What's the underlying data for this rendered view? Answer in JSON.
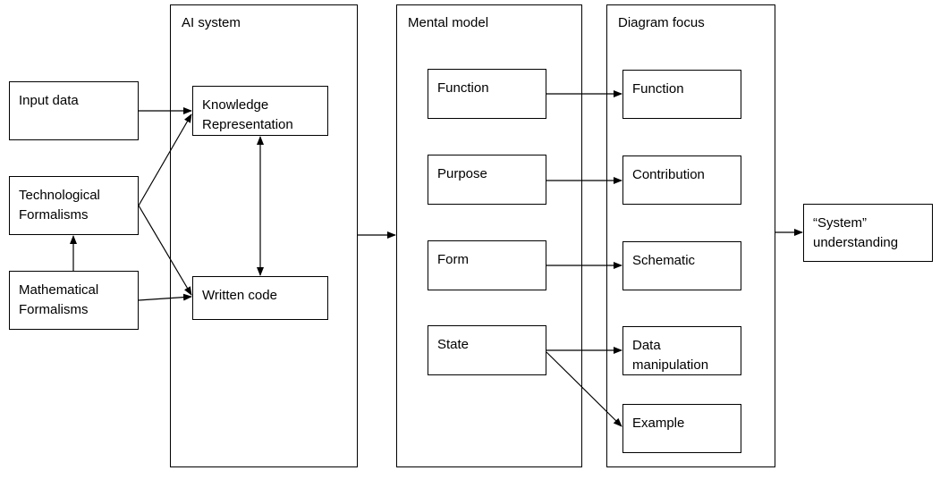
{
  "left_column": {
    "input_data": "Input data",
    "technological_formalisms": "Technological Formalisms",
    "mathematical_formalisms": "Mathematical Formalisms"
  },
  "ai_system": {
    "title": "AI system",
    "knowledge_representation": "Knowledge Representation",
    "written_code": "Written code"
  },
  "mental_model": {
    "title": "Mental model",
    "function": "Function",
    "purpose": "Purpose",
    "form": "Form",
    "state": "State"
  },
  "diagram_focus": {
    "title": "Diagram focus",
    "function": "Function",
    "contribution": "Contribution",
    "schematic": "Schematic",
    "data_manipulation": "Data manipulation",
    "example": "Example"
  },
  "output": {
    "system_understanding": "“System” understanding"
  },
  "edges": [
    {
      "from": "Input data",
      "to": "Knowledge Representation",
      "directed": true
    },
    {
      "from": "Technological Formalisms",
      "to": "Knowledge Representation",
      "directed": true
    },
    {
      "from": "Technological Formalisms",
      "to": "Written code",
      "directed": true
    },
    {
      "from": "Mathematical Formalisms",
      "to": "Technological Formalisms",
      "directed": true
    },
    {
      "from": "Mathematical Formalisms",
      "to": "Written code",
      "directed": true
    },
    {
      "from": "Knowledge Representation",
      "to": "Written code",
      "directed": true,
      "bidirectional": true
    },
    {
      "from": "AI system",
      "to": "Mental model",
      "directed": true
    },
    {
      "from": "Function (mental model)",
      "to": "Function (diagram focus)",
      "directed": true
    },
    {
      "from": "Purpose",
      "to": "Contribution",
      "directed": true
    },
    {
      "from": "Form",
      "to": "Schematic",
      "directed": true
    },
    {
      "from": "State",
      "to": "Data manipulation",
      "directed": true
    },
    {
      "from": "State",
      "to": "Example",
      "directed": true
    },
    {
      "from": "Diagram focus",
      "to": "“System” understanding",
      "directed": true
    }
  ],
  "colors": {
    "background": "#ffffff",
    "line": "#000000",
    "box_border": "#000000",
    "text": "#000000"
  }
}
